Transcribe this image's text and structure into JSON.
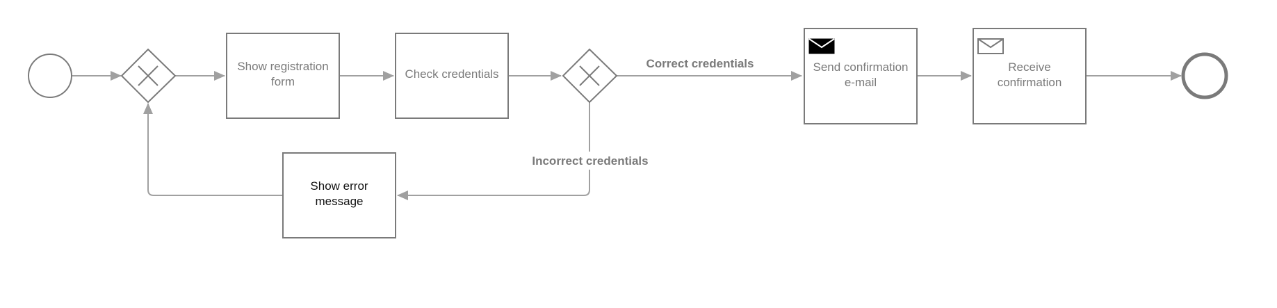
{
  "diagram": {
    "colors": {
      "stroke": "#7a7a7a",
      "arrow": "#a0a0a0",
      "text": "#7a7a7a",
      "text_dark": "#111111",
      "send_icon_fill": "#000000"
    },
    "start_event": {
      "type": "start-event"
    },
    "end_event": {
      "type": "end-event"
    },
    "gateways": [
      {
        "id": "merge-gateway",
        "type": "exclusive"
      },
      {
        "id": "decision-gateway",
        "type": "exclusive"
      }
    ],
    "tasks": {
      "show_registration_form": {
        "line1": "Show registration",
        "line2": "form"
      },
      "check_credentials": {
        "line1": "Check credentials"
      },
      "send_confirmation": {
        "line1": "Send confirmation",
        "line2": "e-mail",
        "icon": "envelope-filled-icon"
      },
      "receive_confirmation": {
        "line1": "Receive",
        "line2": "confirmation",
        "icon": "envelope-outline-icon"
      },
      "show_error_message": {
        "line1": "Show error",
        "line2": "message"
      }
    },
    "edge_labels": {
      "correct": "Correct credentials",
      "incorrect": "Incorrect credentials"
    }
  }
}
